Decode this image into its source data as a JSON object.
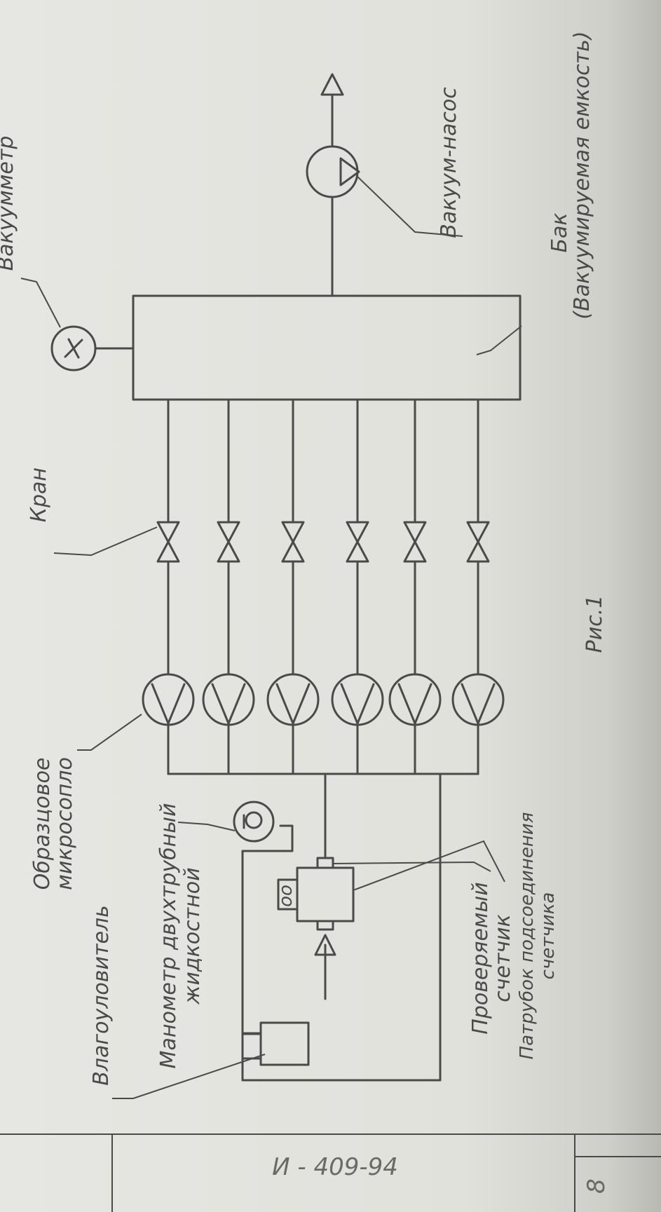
{
  "labels": {
    "vacuum_gauge": "Вакуумметр",
    "vacuum_pump": "Вакуум-насос",
    "tank_line1": "Бак",
    "tank_line2": "(Вакуумируемая емкость)",
    "valve": "Кран",
    "nozzle_line1": "Образцовое",
    "nozzle_line2": "микросопло",
    "moisture_trap": "Влагоуловитель",
    "manometer_line1": "Манометр двухтрубный",
    "manometer_line2": "жидкостной",
    "meter_line1": "Проверяемый",
    "meter_line2": "счетчик",
    "pipe_line1": "Патрубок подсоединения",
    "pipe_line2": "счетчика",
    "meter_badge": "оо"
  },
  "caption": "Рис.1",
  "doc_number": "И - 409-94",
  "page_number": "8"
}
